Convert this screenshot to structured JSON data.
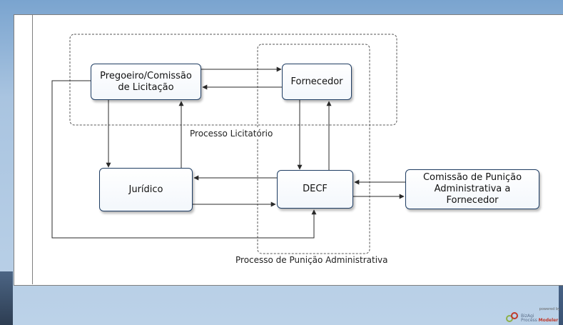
{
  "diagram": {
    "nodes": {
      "pregoeiro": "Pregoeiro/Comissão\nde Licitação",
      "fornecedor": "Fornecedor",
      "juridico": "Jurídico",
      "decf": "DECF",
      "comissao": "Comissão de Punição\nAdministrativa a\nFornecedor"
    },
    "groups": {
      "licitatorio": "Processo Licitatório",
      "punicao": "Processo de Punição Administrativa"
    }
  },
  "logo": {
    "powered": "powered by",
    "line1": "BizAgi",
    "line2a": "Process ",
    "line2b": "Modeler"
  },
  "colors": {
    "node_border": "#1f3d63",
    "group_border": "#555555",
    "edge": "#2a2a2a"
  }
}
